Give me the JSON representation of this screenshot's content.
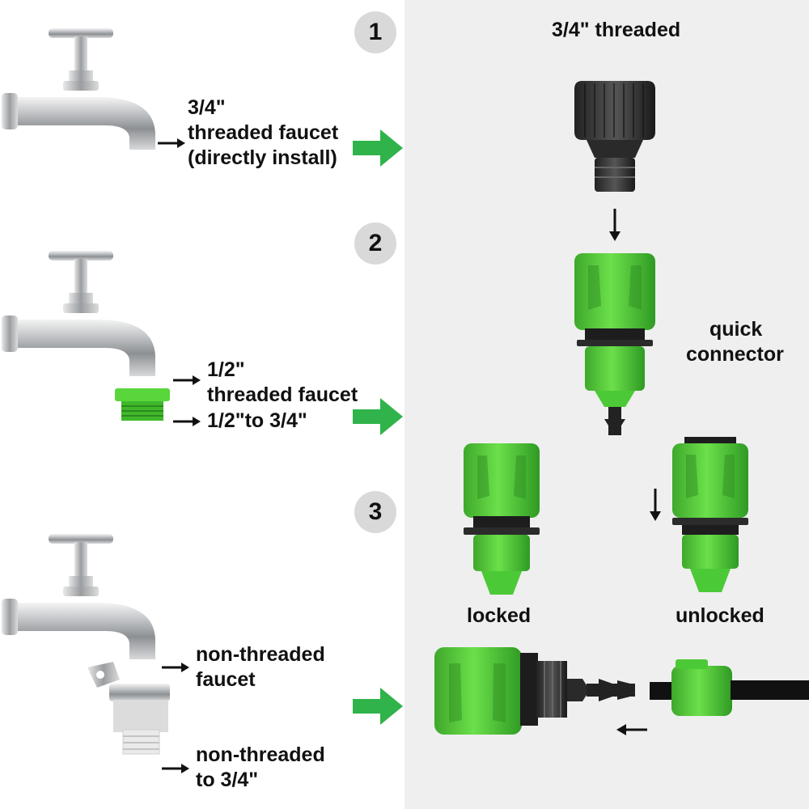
{
  "steps": [
    {
      "number": "1",
      "faucet_lines": [
        "3/4\"",
        "threaded faucet",
        "(directly install)"
      ]
    },
    {
      "number": "2",
      "faucet_lines": [
        "1/2\"",
        "threaded faucet"
      ],
      "adapter_label": "1/2\"to 3/4\""
    },
    {
      "number": "3",
      "faucet_lines": [
        "non-threaded",
        "faucet"
      ],
      "adapter_lines": [
        "non-threaded",
        "to 3/4\""
      ]
    }
  ],
  "right": {
    "top_title": "3/4\" threaded",
    "quick_connector_lines": [
      "quick",
      "connector"
    ],
    "locked_label": "locked",
    "unlocked_label": "unlocked"
  },
  "colors": {
    "green": "#2fb34a",
    "light_green": "#5fdc42",
    "panel": "#efefef"
  },
  "icons": [
    "faucet-icon",
    "adapter-ring-icon",
    "hose-clamp-adapter-icon",
    "threaded-cap-icon",
    "quick-connector-icon",
    "hose-icon",
    "arrow-right-icon",
    "arrow-down-icon",
    "arrow-left-icon"
  ]
}
